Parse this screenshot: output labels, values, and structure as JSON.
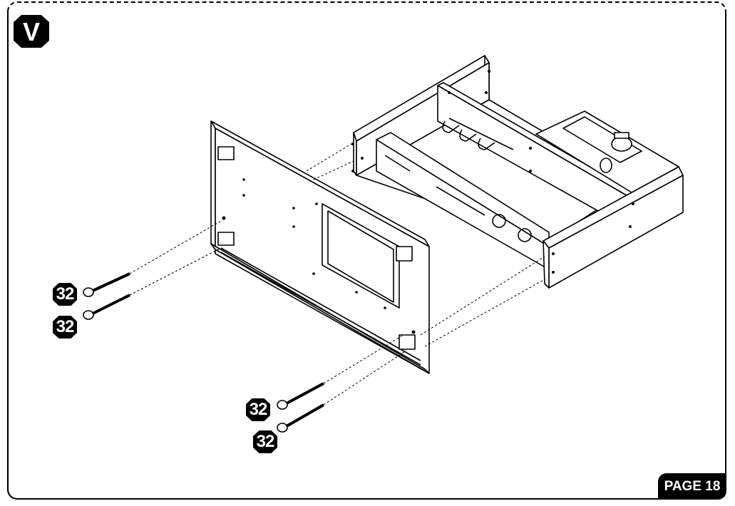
{
  "step": {
    "label": "V"
  },
  "parts": [
    {
      "label": "32"
    },
    {
      "label": "32"
    },
    {
      "label": "32"
    },
    {
      "label": "32"
    }
  ],
  "page": {
    "label": "PAGE 18"
  }
}
